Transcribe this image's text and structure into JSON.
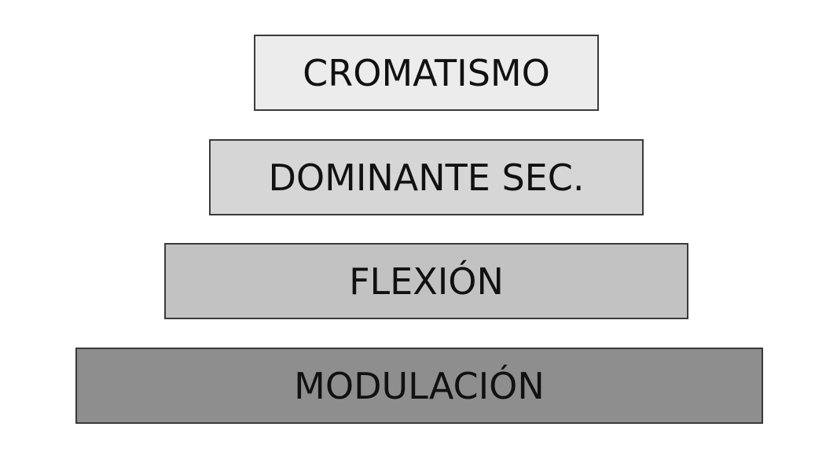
{
  "diagram": {
    "tiers": [
      {
        "label": "CROMATISMO",
        "fill": "#ececec"
      },
      {
        "label": "DOMINANTE SEC.",
        "fill": "#d6d6d6"
      },
      {
        "label": "FLEXIÓN",
        "fill": "#c2c2c2"
      },
      {
        "label": "MODULACIÓN",
        "fill": "#8e8e8e"
      }
    ]
  }
}
